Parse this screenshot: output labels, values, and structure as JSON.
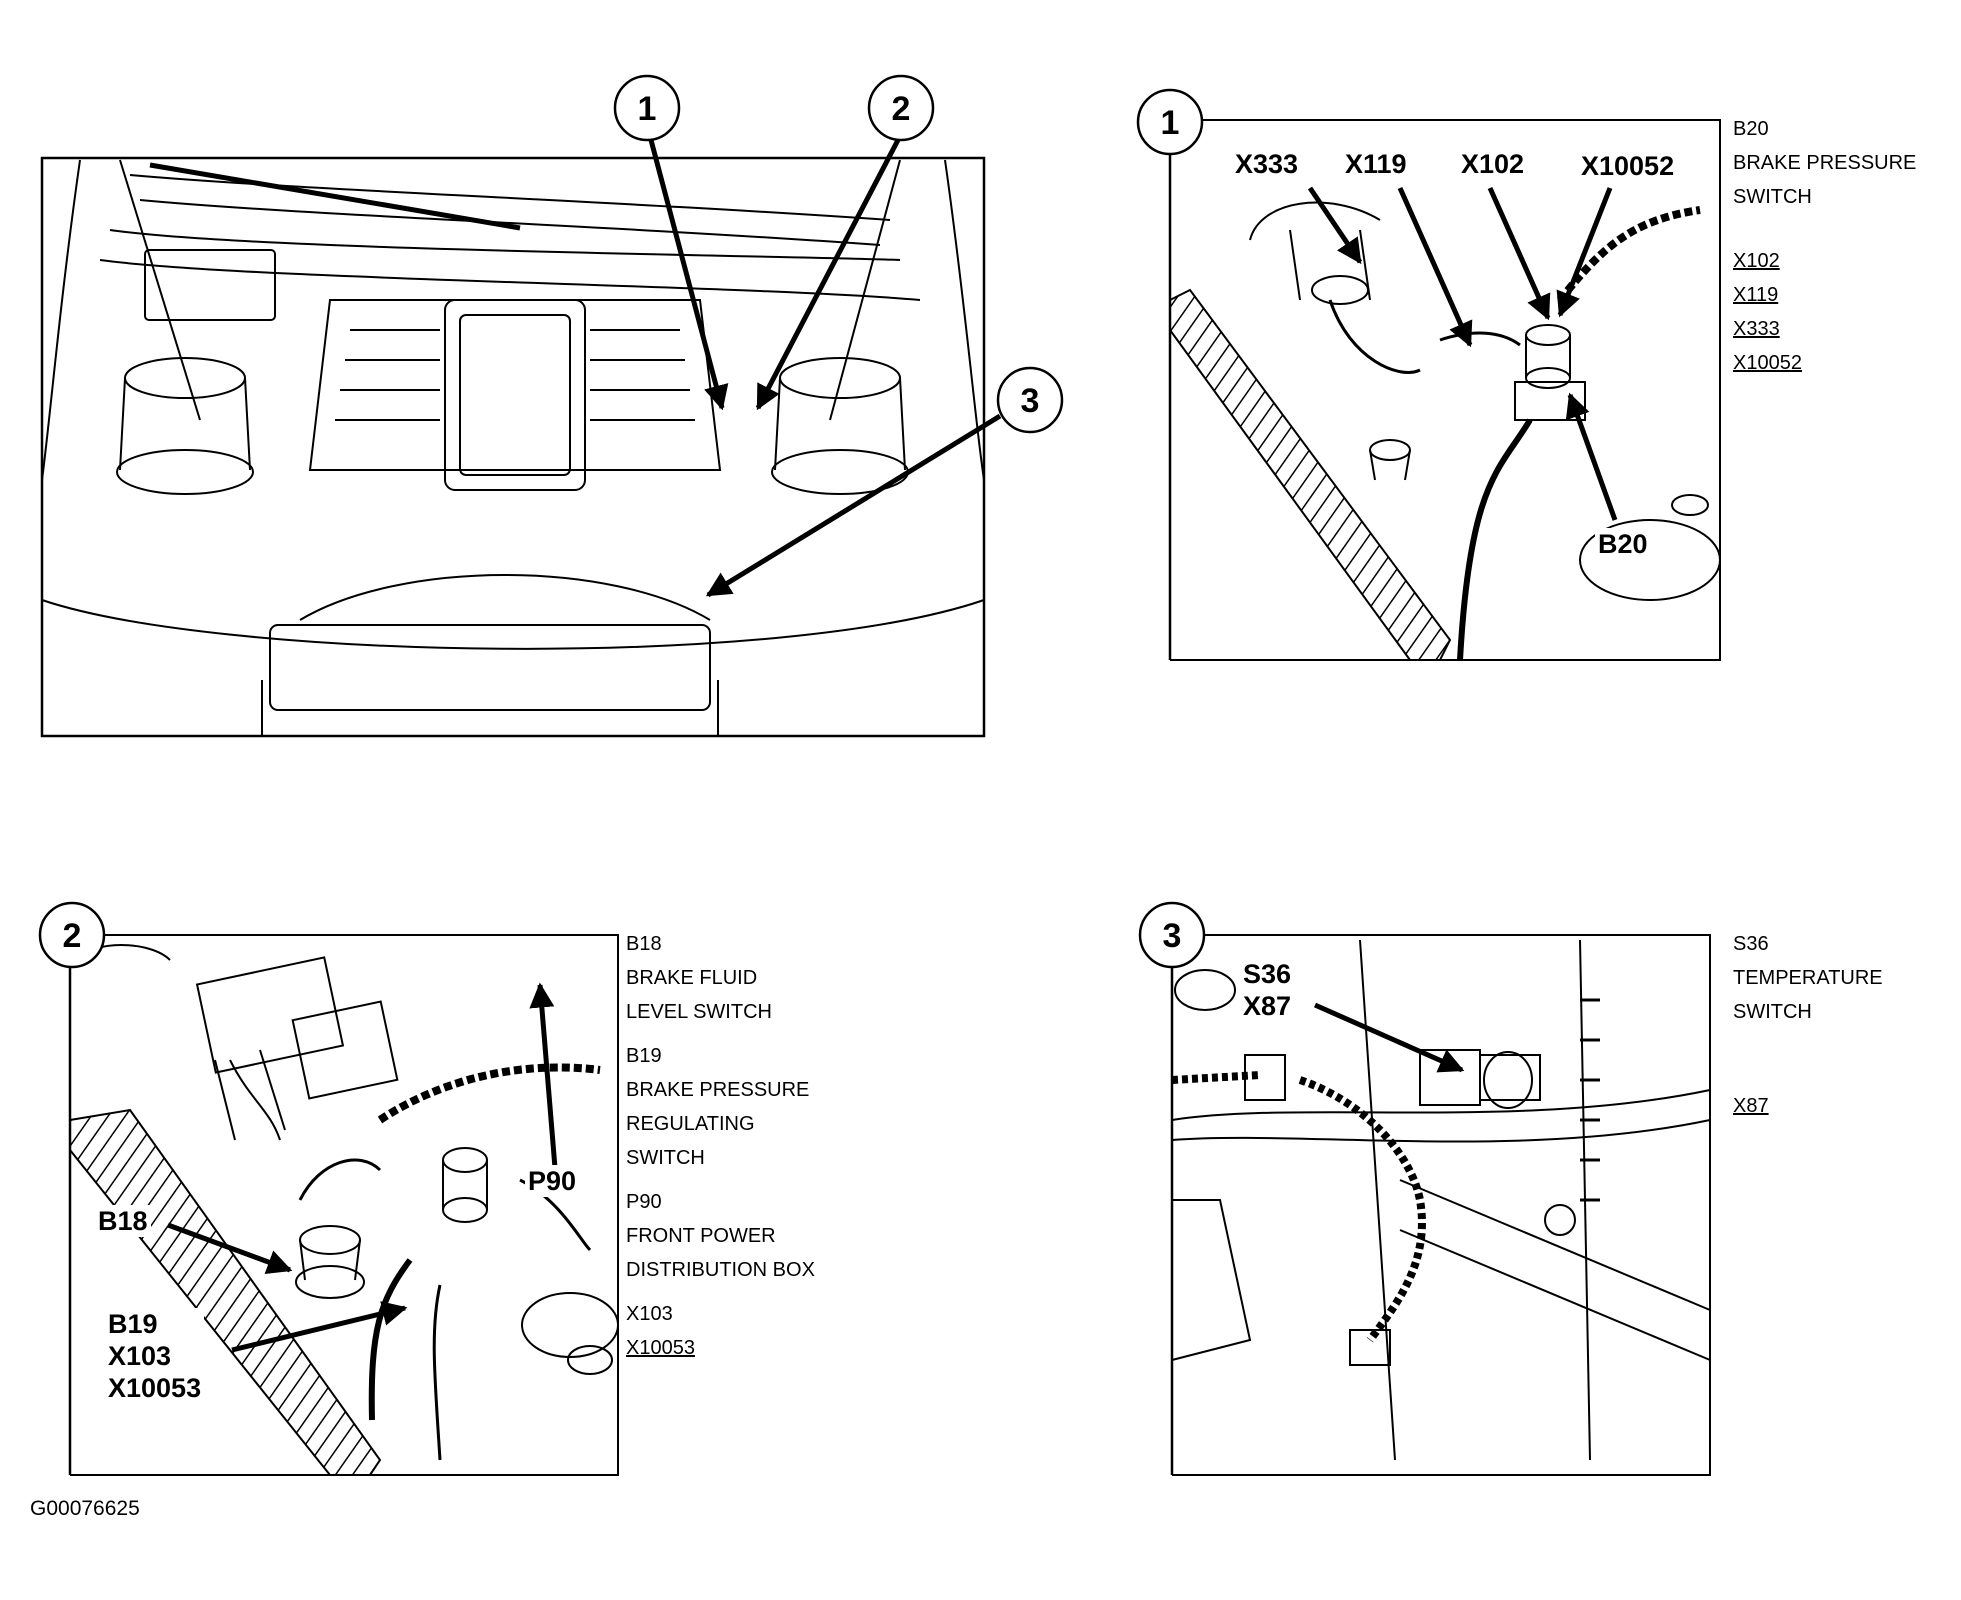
{
  "figure_code": "G00076625",
  "overview": {
    "callouts": [
      "1",
      "2",
      "3"
    ]
  },
  "views": [
    {
      "number": "1",
      "labels": {
        "x333": "X333",
        "x119": "X119",
        "x102": "X102",
        "x10052": "X10052",
        "b20": "B20"
      },
      "legend": {
        "component_code": "B20",
        "component_name_1": "BRAKE PRESSURE",
        "component_name_2": "SWITCH",
        "connectors": [
          "X102",
          "X119",
          "X333",
          "X10052"
        ]
      }
    },
    {
      "number": "2",
      "labels": {
        "b18": "B18",
        "p90": "P90",
        "b19_group": "B19\nX103\nX10053"
      },
      "legend": {
        "b18_code": "B18",
        "b18_name_1": "BRAKE FLUID",
        "b18_name_2": "LEVEL SWITCH",
        "b19_code": "B19",
        "b19_name_1": "BRAKE PRESSURE",
        "b19_name_2": "REGULATING",
        "b19_name_3": "SWITCH",
        "p90_code": "P90",
        "p90_name_1": "FRONT POWER",
        "p90_name_2": "DISTRIBUTION BOX",
        "connector_1": "X103",
        "connector_2": "X10053"
      }
    },
    {
      "number": "3",
      "labels": {
        "s36_x87": "S36\nX87"
      },
      "legend": {
        "component_code": "S36",
        "component_name_1": "TEMPERATURE",
        "component_name_2": "SWITCH",
        "connector_1": "X87"
      }
    }
  ]
}
